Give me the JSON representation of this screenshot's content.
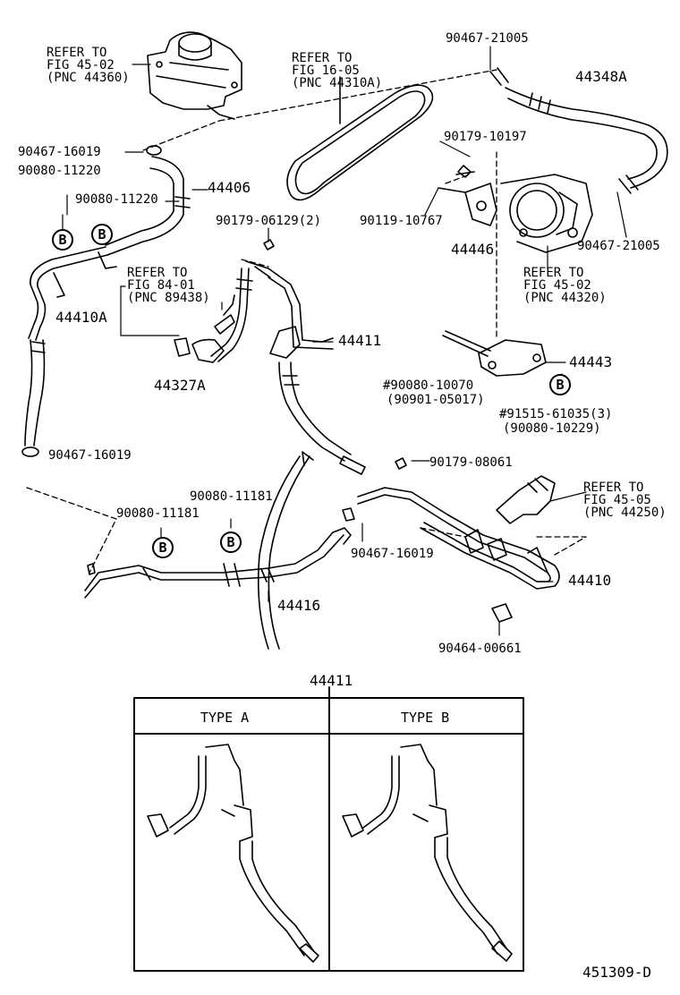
{
  "labels": {
    "refer_fig45_02_a": [
      "REFER TO",
      "FIG 45-02",
      "(PNC 44360)"
    ],
    "refer_fig16_05": [
      "REFER TO",
      "FIG 16-05",
      "(PNC 44310A)"
    ],
    "p90467_21005_top": "90467-21005",
    "p44348A": "44348A",
    "p90467_16019_a": "90467-16019",
    "p90080_11220_a": "90080-11220",
    "p90080_11220_b": "90080-11220",
    "p44406": "44406",
    "p90179_10197": "90179-10197",
    "p90119_10767": "90119-10767",
    "p44446": "44446",
    "p90467_21005_right": "90467-21005",
    "p90179_06129": "90179-06129(2)",
    "refer_fig84_01": [
      "REFER TO",
      "FIG 84-01",
      "(PNC 89438)"
    ],
    "refer_fig45_02_b": [
      "REFER TO",
      "FIG 45-02",
      "(PNC 44320)"
    ],
    "p44410A": "44410A",
    "p44327A": "44327A",
    "p44411": "44411",
    "p44443": "44443",
    "p90080_10070": [
      "#90080-10070",
      "(90901-05017)"
    ],
    "p91515_61035": [
      "#91515-61035(3)",
      "(90080-10229)"
    ],
    "p90467_16019_b": "90467-16019",
    "p90179_08061": "90179-08061",
    "p90080_11181_a": "90080-11181",
    "p90080_11181_b": "90080-11181",
    "refer_fig45_05": [
      "REFER TO",
      "FIG 45-05",
      "(PNC 44250)"
    ],
    "p90467_16019_c": "90467-16019",
    "p44410": "44410",
    "p44416": "44416",
    "p90464_00661": "90464-00661",
    "p44411_box": "44411",
    "type_a": "TYPE A",
    "type_b": "TYPE B",
    "fig_id": "451309-D",
    "clip_b": "B"
  }
}
